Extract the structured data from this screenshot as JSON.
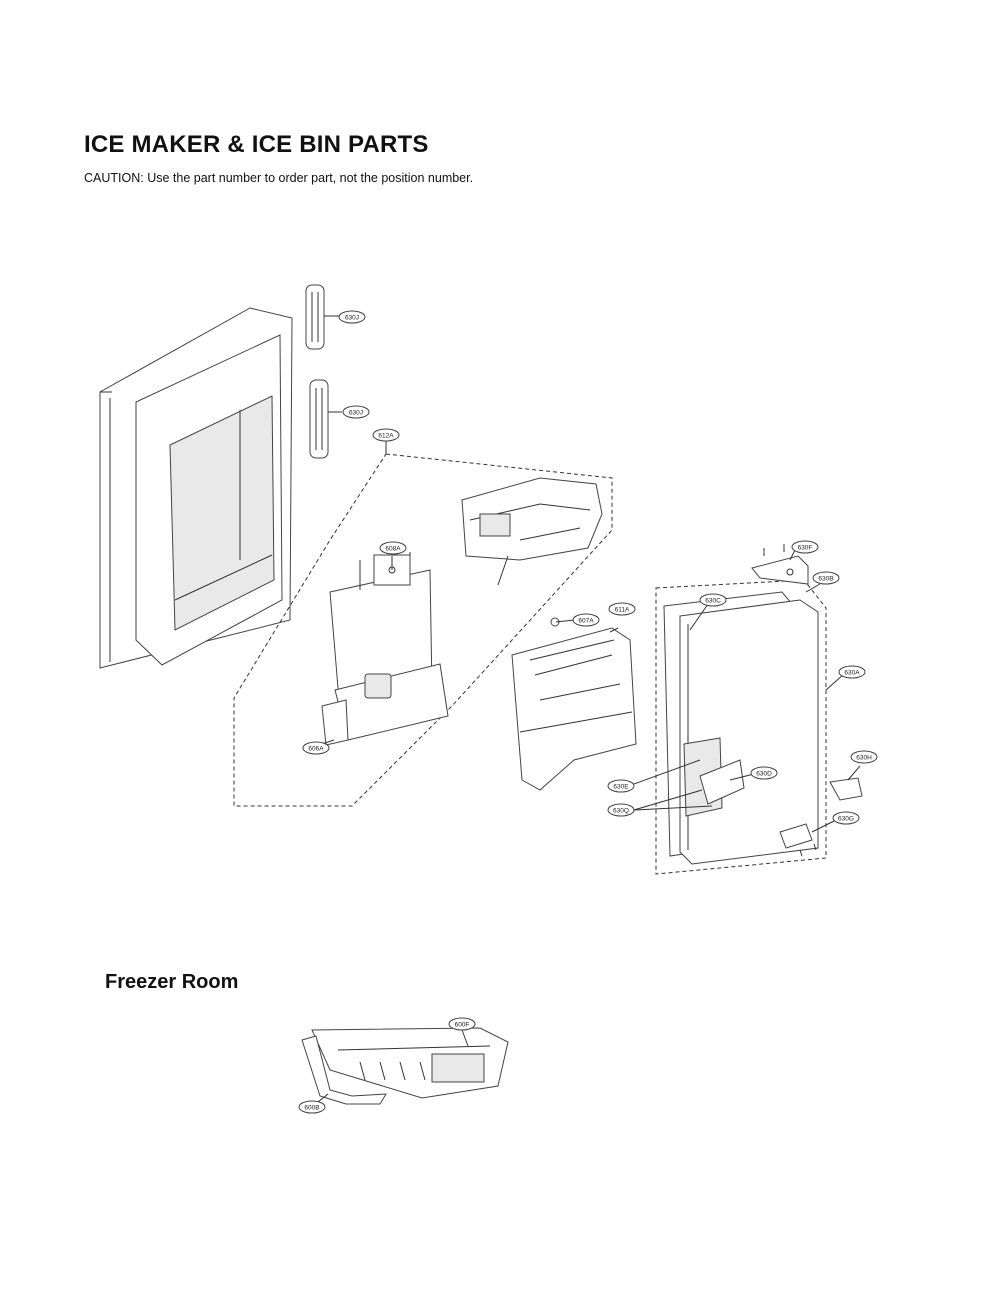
{
  "header": {
    "title": "ICE MAKER & ICE BIN PARTS",
    "caution": "CAUTION: Use the part number to order part, not the position number."
  },
  "section2": {
    "title": "Freezer Room"
  },
  "callouts": {
    "c630J_top": "630J",
    "c630J_bottom": "630J",
    "c612A": "612A",
    "c608A": "608A",
    "c606A": "606A",
    "c607A": "607A",
    "c611A": "611A",
    "c630F": "630F",
    "c630B": "630B",
    "c630C": "630C",
    "c630A": "630A",
    "c630H": "630H",
    "c630D": "630D",
    "c630E": "630E",
    "c630Q": "630Q",
    "c630G": "630G",
    "c600F": "600F",
    "c600B": "600B"
  }
}
